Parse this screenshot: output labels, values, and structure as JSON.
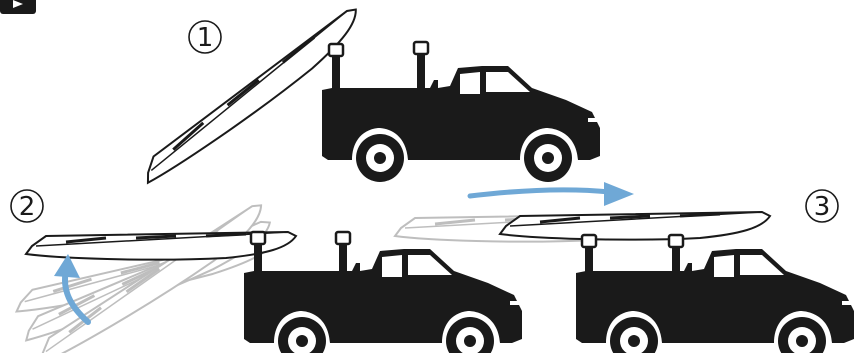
{
  "steps": [
    {
      "number": "1"
    },
    {
      "number": "2"
    },
    {
      "number": "3"
    }
  ],
  "colors": {
    "silhouette": "#1a1a1a",
    "boat_outline": "#1a1a1a",
    "ghost_outline": "#b8b8b8",
    "arrow": "#6fa8d6"
  },
  "icons": [
    "play-icon",
    "truck-icon",
    "kayak-icon",
    "curved-arrow-icon",
    "straight-arrow-icon"
  ]
}
